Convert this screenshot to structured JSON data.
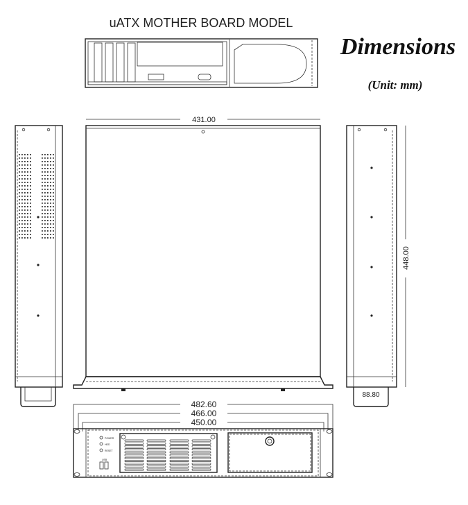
{
  "title": "uATX MOTHER BOARD MODEL",
  "heading": "Dimensions",
  "unit": "(Unit: mm)",
  "dimensions": {
    "top_width": "431.00",
    "depth": "448.00",
    "height": "88.80",
    "overall_width": "482.60",
    "ear_width": "466.00",
    "body_width": "450.00"
  },
  "front_panel": {
    "led1": "POWER",
    "led2": "HDD",
    "led3": "RESET",
    "usb": "USB"
  },
  "colors": {
    "line": "#222222",
    "background": "#ffffff"
  }
}
